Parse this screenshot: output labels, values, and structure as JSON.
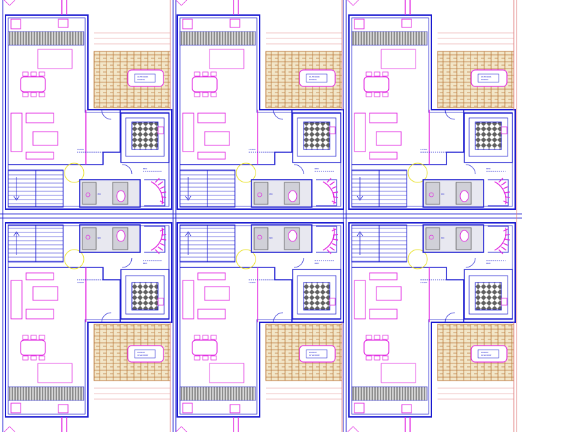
{
  "drawing": {
    "colors": {
      "background": "#ffffff",
      "wall": "#1a1ad0",
      "furniture": "#e020e0",
      "deck": "#b87333",
      "deck_fill": "#f2e6c8",
      "door_swing": "#e8e020",
      "fixture": "#505050",
      "grid": "#c0c0ff"
    },
    "layout": {
      "columns": 3,
      "rows": 2,
      "mirrored_bottom_row": true
    },
    "unit_rooms": [
      "stair-well",
      "kitchen-counter",
      "dining-area",
      "living-area",
      "deck",
      "bedroom",
      "bathroom",
      "spiral-stair",
      "entry-door"
    ]
  }
}
